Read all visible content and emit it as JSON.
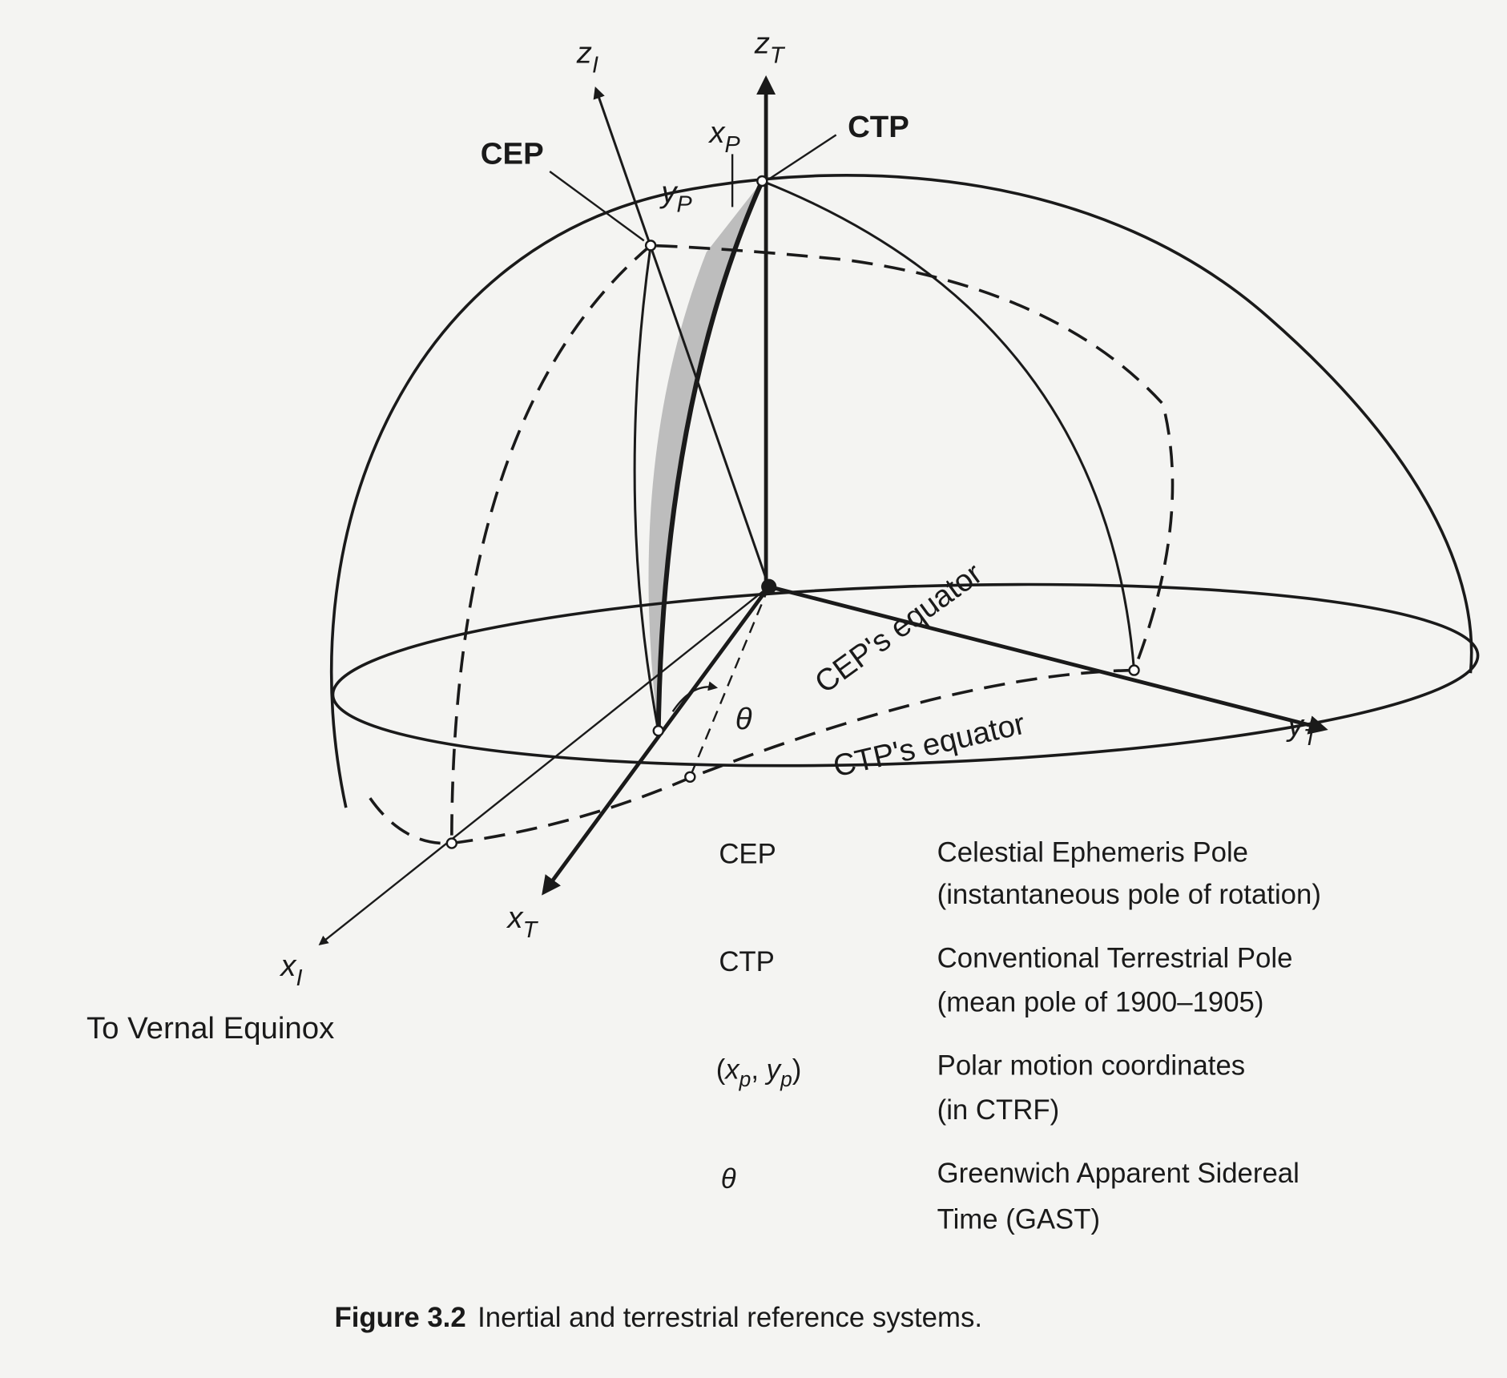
{
  "axes": {
    "z_inertial": {
      "main": "z",
      "sub": "I"
    },
    "z_terrestrial": {
      "main": "z",
      "sub": "T"
    },
    "x_pole": {
      "main": "x",
      "sub": "P"
    },
    "y_pole": {
      "main": "y",
      "sub": "P"
    },
    "x_terrestrial": {
      "main": "x",
      "sub": "T"
    },
    "x_inertial": {
      "main": "x",
      "sub": "I"
    },
    "y_terrestrial": {
      "main": "y",
      "sub": "T"
    },
    "theta": "θ"
  },
  "points": {
    "cep": "CEP",
    "ctp": "CTP"
  },
  "annotations": {
    "vernal_equinox": "To Vernal Equinox",
    "cep_equator": "CEP's equator",
    "ctp_equator": "CTP's equator"
  },
  "legend": [
    {
      "symbol": "CEP",
      "line1": "Celestial Ephemeris Pole",
      "line2": "(instantaneous pole of rotation)"
    },
    {
      "symbol": "CTP",
      "line1": "Conventional Terrestrial Pole",
      "line2": "(mean pole of 1900–1905)"
    },
    {
      "symbol_parts": {
        "open": "(",
        "x": "x",
        "xs": "p",
        "comma": ", ",
        "y": "y",
        "ys": "p",
        "close": ")"
      },
      "line1": "Polar motion coordinates",
      "line2": "(in CTRF)"
    },
    {
      "symbol": "θ",
      "line1": "Greenwich Apparent Sidereal",
      "line2": "Time (GAST)"
    }
  ],
  "caption": {
    "number": "Figure 3.2",
    "text": "Inertial and terrestrial reference systems."
  }
}
